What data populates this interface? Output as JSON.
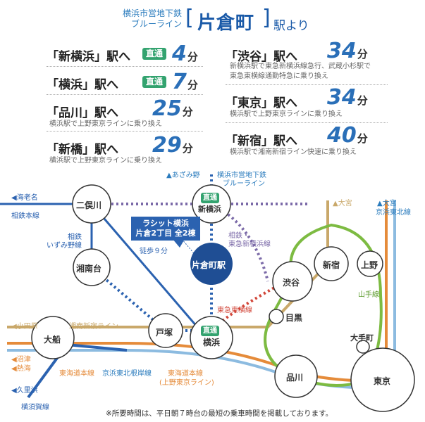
{
  "header": {
    "line1": "横浜市営地下鉄",
    "line2": "ブルーライン",
    "station": "片倉町",
    "tail": "駅より"
  },
  "left_routes": [
    {
      "dest": "「新横浜」駅へ",
      "badge": "直通",
      "minutes": "4",
      "unit": "分",
      "note": ""
    },
    {
      "dest": "「横浜」駅へ",
      "badge": "直通",
      "minutes": "7",
      "unit": "分",
      "note": ""
    },
    {
      "dest": "「品川」駅へ",
      "badge": "",
      "minutes": "25",
      "unit": "分",
      "note": "横浜駅で上野東京ラインに乗り換え"
    },
    {
      "dest": "「新橋」駅へ",
      "badge": "",
      "minutes": "29",
      "unit": "分",
      "note": "横浜駅で上野東京ラインに乗り換え"
    }
  ],
  "right_routes": [
    {
      "dest": "「渋谷」駅へ",
      "minutes": "34",
      "unit": "分",
      "note1": "新横浜駅で東急新横浜線急行、武蔵小杉駅で",
      "note2": "東急東横線通勤特急に乗り換え"
    },
    {
      "dest": "「東京」駅へ",
      "minutes": "34",
      "unit": "分",
      "note1": "横浜駅で上野東京ラインに乗り換え",
      "note2": ""
    },
    {
      "dest": "「新宿」駅へ",
      "minutes": "40",
      "unit": "分",
      "note1": "横浜駅で湘南新宿ライン快速に乗り換え",
      "note2": ""
    }
  ],
  "map": {
    "top_label_azamino": "▲あざみ野",
    "top_label_line1": "横浜市営地下鉄",
    "top_label_line2": "ブルーライン",
    "ebina": "◀海老名",
    "sotetsu_main": "相鉄本線",
    "sotetsu_izumino1": "相鉄",
    "sotetsu_izumino2": "いずみ野線",
    "rassit1": "ラシット横浜",
    "rassit2": "片倉2丁目 全2棟",
    "walk": "徒歩９分",
    "sotetsu_tokyu1": "相鉄・",
    "sotetsu_tokyu2": "東急新横浜線",
    "tokyu_toyoko": "東急東横線",
    "omiya1": "▲大宮",
    "omiya2": "▲大宮",
    "keihin_tohoku": "京浜東北線",
    "yamanote": "山手線",
    "odawara": "◀小田原",
    "shonan_shinjuku": "湘南新宿ライン",
    "numazu": "◀沼津",
    "atami": "◀熱海",
    "kurihama": "◀久里浜",
    "yokosuka": "横須賀線",
    "tokaido": "東海道本線",
    "keihin_negishi": "京浜東北根岸線",
    "tokaido2": "東海道本線",
    "ueno_tokyo": "(上野東京ライン)",
    "direct": "直通",
    "stations": {
      "futamatagawa": "二俣川",
      "shonandai": "湘南台",
      "totsuka": "戸塚",
      "ofuna": "大船",
      "katakuracho": "片倉町駅",
      "shinyokohama": "新横浜",
      "yokohama": "横浜",
      "shibuya": "渋谷",
      "meguro": "目黒",
      "shinagawa": "品川",
      "shinjuku": "新宿",
      "ueno": "上野",
      "otemachi": "大手町",
      "tokyo": "東京"
    }
  },
  "footer": "※所要時間は、平日朝７時台の最短の乗車時間を掲載しております。"
}
